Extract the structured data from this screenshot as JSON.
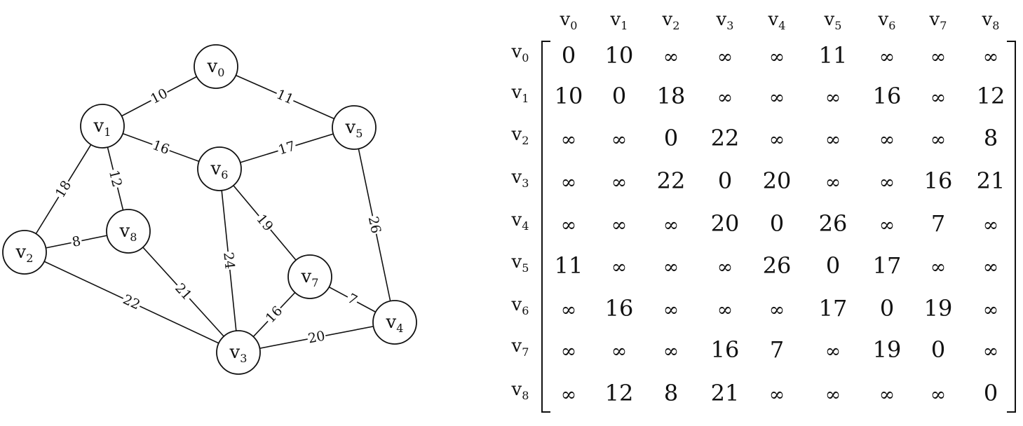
{
  "graph": {
    "vertices": [
      {
        "id": "v0",
        "base": "v",
        "sub": "0"
      },
      {
        "id": "v1",
        "base": "v",
        "sub": "1"
      },
      {
        "id": "v2",
        "base": "v",
        "sub": "2"
      },
      {
        "id": "v3",
        "base": "v",
        "sub": "3"
      },
      {
        "id": "v4",
        "base": "v",
        "sub": "4"
      },
      {
        "id": "v5",
        "base": "v",
        "sub": "5"
      },
      {
        "id": "v6",
        "base": "v",
        "sub": "6"
      },
      {
        "id": "v7",
        "base": "v",
        "sub": "7"
      },
      {
        "id": "v8",
        "base": "v",
        "sub": "8"
      }
    ],
    "edges": [
      {
        "from": "v0",
        "to": "v1",
        "weight": "10"
      },
      {
        "from": "v0",
        "to": "v5",
        "weight": "11"
      },
      {
        "from": "v1",
        "to": "v6",
        "weight": "16"
      },
      {
        "from": "v1",
        "to": "v2",
        "weight": "18"
      },
      {
        "from": "v1",
        "to": "v8",
        "weight": "12"
      },
      {
        "from": "v6",
        "to": "v5",
        "weight": "17"
      },
      {
        "from": "v2",
        "to": "v8",
        "weight": "8"
      },
      {
        "from": "v2",
        "to": "v3",
        "weight": "22"
      },
      {
        "from": "v8",
        "to": "v3",
        "weight": "21"
      },
      {
        "from": "v6",
        "to": "v3",
        "weight": "24"
      },
      {
        "from": "v6",
        "to": "v7",
        "weight": "19"
      },
      {
        "from": "v5",
        "to": "v4",
        "weight": "26"
      },
      {
        "from": "v7",
        "to": "v3",
        "weight": "16"
      },
      {
        "from": "v7",
        "to": "v4",
        "weight": "7"
      },
      {
        "from": "v3",
        "to": "v4",
        "weight": "20"
      }
    ]
  },
  "matrix": {
    "col_headers": [
      {
        "base": "v",
        "sub": "0"
      },
      {
        "base": "v",
        "sub": "1"
      },
      {
        "base": "v",
        "sub": "2"
      },
      {
        "base": "v",
        "sub": "3"
      },
      {
        "base": "v",
        "sub": "4"
      },
      {
        "base": "v",
        "sub": "5"
      },
      {
        "base": "v",
        "sub": "6"
      },
      {
        "base": "v",
        "sub": "7"
      },
      {
        "base": "v",
        "sub": "8"
      }
    ],
    "row_headers": [
      {
        "base": "v",
        "sub": "0"
      },
      {
        "base": "v",
        "sub": "1"
      },
      {
        "base": "v",
        "sub": "2"
      },
      {
        "base": "v",
        "sub": "3"
      },
      {
        "base": "v",
        "sub": "4"
      },
      {
        "base": "v",
        "sub": "5"
      },
      {
        "base": "v",
        "sub": "6"
      },
      {
        "base": "v",
        "sub": "7"
      },
      {
        "base": "v",
        "sub": "8"
      }
    ],
    "rows": [
      [
        "0",
        "10",
        "∞",
        "∞",
        "∞",
        "11",
        "∞",
        "∞",
        "∞"
      ],
      [
        "10",
        "0",
        "18",
        "∞",
        "∞",
        "∞",
        "16",
        "∞",
        "12"
      ],
      [
        "∞",
        "∞",
        "0",
        "22",
        "∞",
        "∞",
        "∞",
        "∞",
        "8"
      ],
      [
        "∞",
        "∞",
        "22",
        "0",
        "20",
        "∞",
        "∞",
        "16",
        "21"
      ],
      [
        "∞",
        "∞",
        "∞",
        "20",
        "0",
        "26",
        "∞",
        "7",
        "∞"
      ],
      [
        "11",
        "∞",
        "∞",
        "∞",
        "26",
        "0",
        "17",
        "∞",
        "∞"
      ],
      [
        "∞",
        "16",
        "∞",
        "∞",
        "∞",
        "17",
        "0",
        "19",
        "∞"
      ],
      [
        "∞",
        "∞",
        "∞",
        "16",
        "7",
        "∞",
        "19",
        "0",
        "∞"
      ],
      [
        "∞",
        "12",
        "8",
        "21",
        "∞",
        "∞",
        "∞",
        "∞",
        "0"
      ]
    ]
  }
}
